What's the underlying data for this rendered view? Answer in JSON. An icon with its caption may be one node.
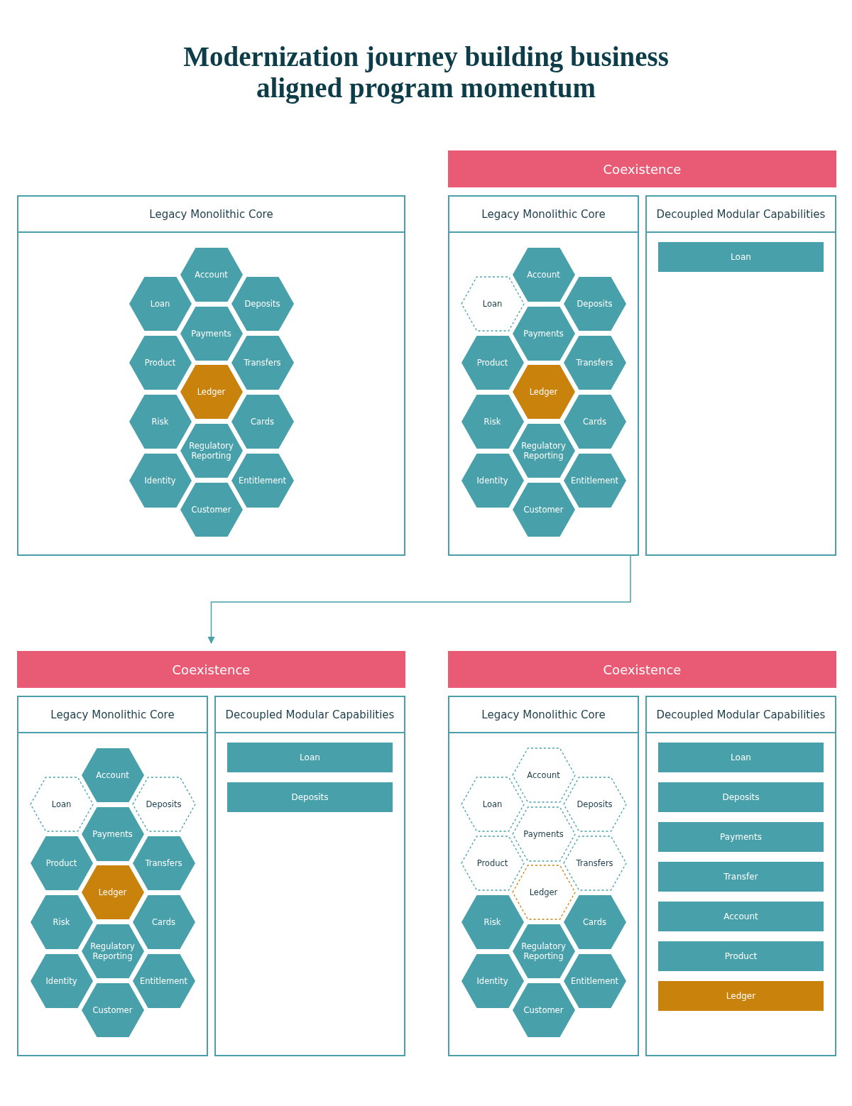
{
  "diagram": {
    "title": "Modernization journey building business aligned program momentum",
    "nodes": [
      {
        "text": [
          "Legacy Monolithic Core"
        ]
      },
      {
        "text": [
          "Account"
        ],
        "in": 0
      },
      {
        "text": [
          "Loan"
        ],
        "in": 0
      },
      {
        "text": [
          "Deposits"
        ],
        "in": 0
      },
      {
        "text": [
          "Payments"
        ],
        "in": 0
      },
      {
        "text": [
          "Product"
        ],
        "in": 0
      },
      {
        "text": [
          "Transfers"
        ],
        "in": 0
      },
      {
        "text": [
          "Ledger"
        ],
        "in": 0
      },
      {
        "text": [
          "Risk"
        ],
        "in": 0
      },
      {
        "text": [
          "Cards"
        ],
        "in": 0
      },
      {
        "text": [
          "Regulatory Reporting"
        ],
        "in": 0
      },
      {
        "text": [
          "Identity"
        ],
        "in": 0
      },
      {
        "text": [
          "Entitlement"
        ],
        "in": 0
      },
      {
        "text": [
          "Customer"
        ],
        "in": 0
      },
      {
        "text": [
          "Coexistence"
        ]
      },
      {
        "text": [
          "Legacy Monolithic Core"
        ]
      },
      {
        "text": [
          "Account"
        ],
        "in": 15
      },
      {
        "text": [
          "Loan"
        ],
        "in": 15
      },
      {
        "text": [
          "Deposits"
        ],
        "in": 15
      },
      {
        "text": [
          "Payments"
        ],
        "in": 15
      },
      {
        "text": [
          "Product"
        ],
        "in": 15
      },
      {
        "text": [
          "Transfers"
        ],
        "in": 15
      },
      {
        "text": [
          "Ledger"
        ],
        "in": 15
      },
      {
        "text": [
          "Risk"
        ],
        "in": 15
      },
      {
        "text": [
          "Cards"
        ],
        "in": 15
      },
      {
        "text": [
          "Regulatory Reporting"
        ],
        "in": 15
      },
      {
        "text": [
          "Identity"
        ],
        "in": 15
      },
      {
        "text": [
          "Entitlement"
        ],
        "in": 15
      },
      {
        "text": [
          "Customer"
        ],
        "in": 15
      },
      {
        "text": [
          "Decoupled Modular Capabilities"
        ]
      },
      {
        "text": [
          "Loan"
        ],
        "in": 29
      },
      {
        "text": [
          "Coexistence"
        ]
      },
      {
        "text": [
          "Legacy Monolithic Core"
        ]
      },
      {
        "text": [
          "Account"
        ],
        "in": 32
      },
      {
        "text": [
          "Loan"
        ],
        "in": 32
      },
      {
        "text": [
          "Deposits"
        ],
        "in": 32
      },
      {
        "text": [
          "Payments"
        ],
        "in": 32
      },
      {
        "text": [
          "Product"
        ],
        "in": 32
      },
      {
        "text": [
          "Transfers"
        ],
        "in": 32
      },
      {
        "text": [
          "Ledger"
        ],
        "in": 32
      },
      {
        "text": [
          "Risk"
        ],
        "in": 32
      },
      {
        "text": [
          "Cards"
        ],
        "in": 32
      },
      {
        "text": [
          "Regulatory Reporting"
        ],
        "in": 32
      },
      {
        "text": [
          "Identity"
        ],
        "in": 32
      },
      {
        "text": [
          "Entitlement"
        ],
        "in": 32
      },
      {
        "text": [
          "Customer"
        ],
        "in": 32
      },
      {
        "text": [
          "Decoupled Modular Capabilities"
        ]
      },
      {
        "text": [
          "Loan"
        ],
        "in": 46
      },
      {
        "text": [
          "Deposits"
        ],
        "in": 46
      },
      {
        "text": [
          "Coexistence"
        ]
      },
      {
        "text": [
          "Legacy Monolithic Core"
        ]
      },
      {
        "text": [
          "Account"
        ],
        "in": 50
      },
      {
        "text": [
          "Loan"
        ],
        "in": 50
      },
      {
        "text": [
          "Deposits"
        ],
        "in": 50
      },
      {
        "text": [
          "Payments"
        ],
        "in": 50
      },
      {
        "text": [
          "Product"
        ],
        "in": 50
      },
      {
        "text": [
          "Transfers"
        ],
        "in": 50
      },
      {
        "text": [
          "Ledger"
        ],
        "in": 50
      },
      {
        "text": [
          "Risk"
        ],
        "in": 50
      },
      {
        "text": [
          "Cards"
        ],
        "in": 50
      },
      {
        "text": [
          "Regulatory Reporting"
        ],
        "in": 50
      },
      {
        "text": [
          "Identity"
        ],
        "in": 50
      },
      {
        "text": [
          "Entitlement"
        ],
        "in": 50
      },
      {
        "text": [
          "Customer"
        ],
        "in": 50
      },
      {
        "text": [
          "Decoupled Modular Capabilities"
        ]
      },
      {
        "text": [
          "Loan"
        ],
        "in": 64
      },
      {
        "text": [
          "Deposits"
        ],
        "in": 64
      },
      {
        "text": [
          "Payments"
        ],
        "in": 64
      },
      {
        "text": [
          "Transfer"
        ],
        "in": 64
      },
      {
        "text": [
          "Account"
        ],
        "in": 64
      },
      {
        "text": [
          "Product"
        ],
        "in": 64
      },
      {
        "text": [
          "Ledger"
        ],
        "in": 64
      }
    ],
    "edges": [
      {
        "from": 15,
        "to": 31,
        "arrow": "to"
      }
    ]
  }
}
